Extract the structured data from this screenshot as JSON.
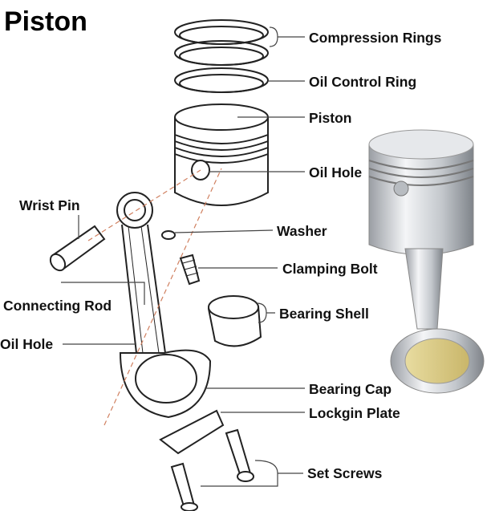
{
  "title": "Piston",
  "labels": {
    "compression_rings": "Compression Rings",
    "oil_control_ring": "Oil Control Ring",
    "piston": "Piston",
    "oil_hole_piston": "Oil Hole",
    "washer": "Washer",
    "clamping_bolt": "Clamping Bolt",
    "bearing_shell": "Bearing Shell",
    "bearing_cap": "Bearing Cap",
    "locking_plate": "Lockgin Plate",
    "set_screws": "Set Screws",
    "wrist_pin": "Wrist Pin",
    "connecting_rod": "Connecting Rod",
    "oil_hole_rod": "Oil Hole"
  }
}
